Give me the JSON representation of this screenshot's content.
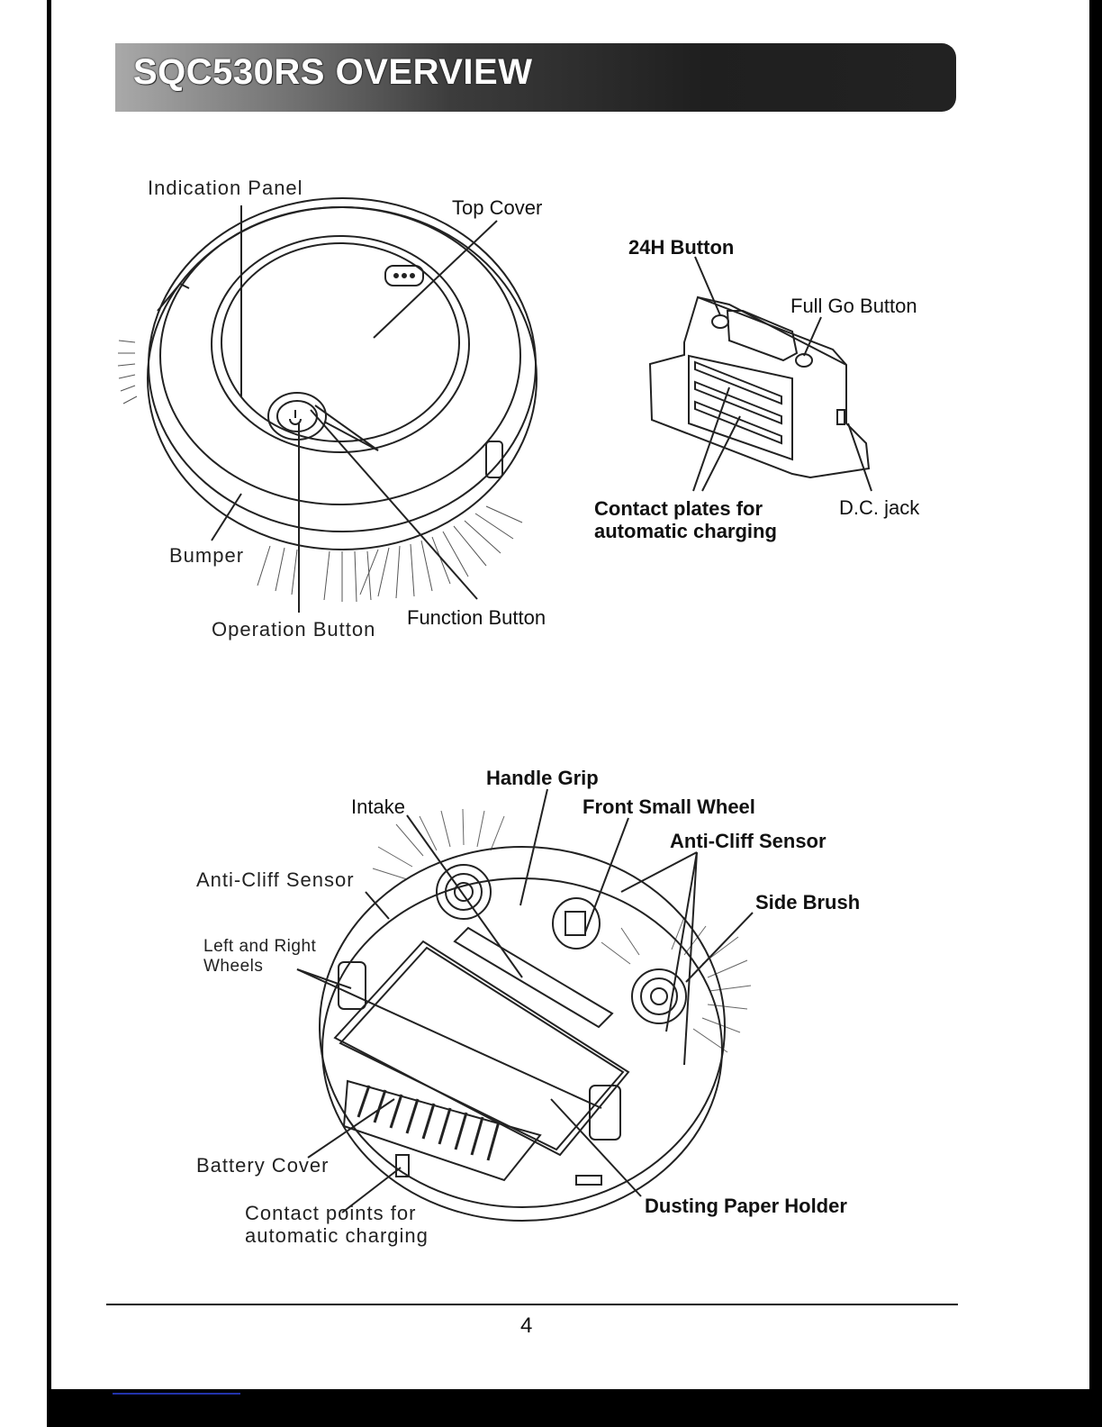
{
  "header": {
    "title": "SQC530RS OVERVIEW"
  },
  "top_view": {
    "indication_panel": "Indication Panel",
    "top_cover": "Top Cover",
    "bumper": "Bumper",
    "operation_button": "Operation Button",
    "function_button": "Function Button"
  },
  "charging_base": {
    "button_24h": "24H Button",
    "full_go_button": "Full Go  Button",
    "contact_plates": "Contact plates for automatic charging",
    "dc_jack": "D.C. jack"
  },
  "bottom_view": {
    "handle_grip": "Handle Grip",
    "intake": "Intake",
    "front_small_wheel": "Front Small Wheel",
    "anti_cliff_sensor_right": "Anti-Cliff Sensor",
    "anti_cliff_sensor_left": "Anti-Cliff Sensor",
    "side_brush": "Side Brush",
    "left_right_wheels": "Left and Right Wheels",
    "battery_cover": "Battery Cover",
    "contact_points": "Contact points for automatic charging",
    "dusting_paper_holder": "Dusting Paper Holder"
  },
  "footer": {
    "page_number": "4"
  }
}
